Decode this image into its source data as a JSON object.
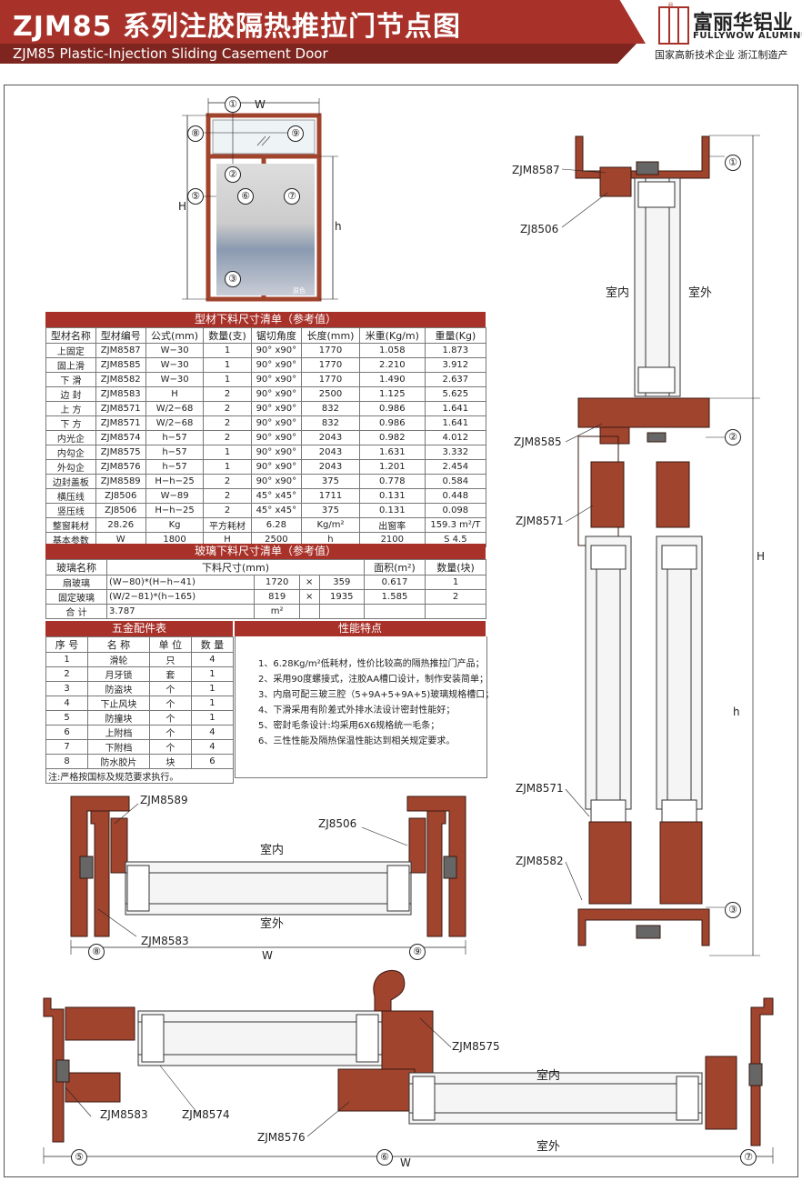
{
  "header": {
    "title_cn": "ZJM85 系列注胶隔热推拉门节点图",
    "title_en": "ZJM85 Plastic-Injection Sliding Casement Door",
    "logo_cn": "富丽华铝业",
    "logo_en": "FULLYWOW ALUMINUM",
    "logo_reg": "®",
    "tagline": "国家高新技术企业  浙江制造产"
  },
  "elevation": {
    "w": "W",
    "h_big": "H",
    "h_small": "h",
    "n1": "①",
    "n2": "②",
    "n3": "③",
    "n5": "⑤",
    "n6": "⑥",
    "n7": "⑦",
    "n8": "⑧",
    "n9": "⑨",
    "tag": "原色"
  },
  "section_right": {
    "zjm8587": "ZJM8587",
    "zj8506": "ZJ8506",
    "indoor": "室内",
    "outdoor": "室外",
    "zjm8585": "ZJM8585",
    "zjm8571a": "ZJM8571",
    "zjm8571b": "ZJM8571",
    "zjm8582": "ZJM8582",
    "h_big": "H",
    "h_small": "h",
    "n1": "①",
    "n2": "②",
    "n3": "③"
  },
  "section_mid": {
    "zjm8589": "ZJM8589",
    "zj8506": "ZJ8506",
    "zjm8583": "ZJM8583",
    "indoor": "室内",
    "outdoor": "室外",
    "w": "W",
    "n8": "⑧",
    "n9": "⑨"
  },
  "section_bottom": {
    "zjm8575": "ZJM8575",
    "zjm8583": "ZJM8583",
    "zjm8574": "ZJM8574",
    "zjm8576": "ZJM8576",
    "indoor": "室内",
    "outdoor": "室外",
    "w": "W",
    "n5": "⑤",
    "n6": "⑥",
    "n7": "⑦"
  },
  "profile_table": {
    "title": "型材下料尺寸清单（参考值）",
    "headers": [
      "型材名称",
      "型材编号",
      "公式(mm)",
      "数量(支)",
      "锯切角度",
      "长度(mm)",
      "米重(Kg/m)",
      "重量(Kg)"
    ],
    "rows": [
      [
        "上固定",
        "ZJM8587",
        "W−30",
        "1",
        "90° x90°",
        "1770",
        "1.058",
        "1.873"
      ],
      [
        "固上滑",
        "ZJM8585",
        "W−30",
        "1",
        "90° x90°",
        "1770",
        "2.210",
        "3.912"
      ],
      [
        "下 滑",
        "ZJM8582",
        "W−30",
        "1",
        "90° x90°",
        "1770",
        "1.490",
        "2.637"
      ],
      [
        "边 封",
        "ZJM8583",
        "H",
        "2",
        "90° x90°",
        "2500",
        "1.125",
        "5.625"
      ],
      [
        "上 方",
        "ZJM8571",
        "W/2−68",
        "2",
        "90° x90°",
        "832",
        "0.986",
        "1.641"
      ],
      [
        "下 方",
        "ZJM8571",
        "W/2−68",
        "2",
        "90° x90°",
        "832",
        "0.986",
        "1.641"
      ],
      [
        "内光企",
        "ZJM8574",
        "h−57",
        "2",
        "90° x90°",
        "2043",
        "0.982",
        "4.012"
      ],
      [
        "内勾企",
        "ZJM8575",
        "h−57",
        "1",
        "90° x90°",
        "2043",
        "1.631",
        "3.332"
      ],
      [
        "外勾企",
        "ZJM8576",
        "h−57",
        "1",
        "90° x90°",
        "2043",
        "1.201",
        "2.454"
      ],
      [
        "边封盖板",
        "ZJM8589",
        "H−h−25",
        "2",
        "90° x90°",
        "375",
        "0.778",
        "0.584"
      ],
      [
        "横压线",
        "ZJ8506",
        "W−89",
        "2",
        "45° x45°",
        "1711",
        "0.131",
        "0.448"
      ],
      [
        "竖压线",
        "ZJ8506",
        "H−h−25",
        "2",
        "45° x45°",
        "375",
        "0.131",
        "0.098"
      ]
    ],
    "total_row": [
      "整窗耗材",
      "28.26",
      "Kg",
      "平方耗材",
      "6.28",
      "Kg/m²",
      "出窗率",
      "159.3",
      "m²/T"
    ],
    "basic_row": [
      "基本参数",
      "W",
      "1800",
      "H",
      "2500",
      "h",
      "2100",
      "S",
      "4.5"
    ]
  },
  "glass_table": {
    "title": "玻璃下料尺寸清单（参考值）",
    "headers": [
      "玻璃名称",
      "下料尺寸(mm)",
      "面积(m²)",
      "数量(块)"
    ],
    "rows": [
      [
        "扇玻璃",
        "(W−80)*(H−h−41)",
        "1720",
        "×",
        "359",
        "0.617",
        "1"
      ],
      [
        "固定玻璃",
        "(W/2−81)*(h−165)",
        "819",
        "×",
        "1935",
        "1.585",
        "2"
      ]
    ],
    "total": [
      "合 计",
      "3.787",
      "m²"
    ]
  },
  "hardware_table": {
    "title": "五金配件表",
    "headers": [
      "序 号",
      "名 称",
      "单 位",
      "数 量"
    ],
    "rows": [
      [
        "1",
        "滑轮",
        "只",
        "4"
      ],
      [
        "2",
        "月牙锁",
        "套",
        "1"
      ],
      [
        "3",
        "防盗块",
        "个",
        "1"
      ],
      [
        "4",
        "下止风块",
        "个",
        "1"
      ],
      [
        "5",
        "防撞块",
        "个",
        "1"
      ],
      [
        "6",
        "上附档",
        "个",
        "4"
      ],
      [
        "7",
        "下附档",
        "个",
        "4"
      ],
      [
        "8",
        "防水胶片",
        "块",
        "6"
      ]
    ],
    "note": "注:严格按国标及规范要求执行。"
  },
  "features": {
    "title": "性能特点",
    "items": [
      "1、6.28Kg/m²低耗材，性价比较高的隔热推拉门产品；",
      "2、采用90度螺接式，注胶AA槽口设计，制作安装简单；",
      "3、内扇可配三玻三腔（5+9A+5+9A+5)玻璃规格槽口；",
      "4、下滑采用有阶差式外排水法设计密封性能好；",
      "5、密封毛条设计:均采用6X6规格统一毛条；",
      "6、三性性能及隔热保温性能达到相关规定要求。"
    ]
  },
  "colors": {
    "brand": "#a8322a",
    "profile": "#a0442e",
    "line": "#222222"
  }
}
